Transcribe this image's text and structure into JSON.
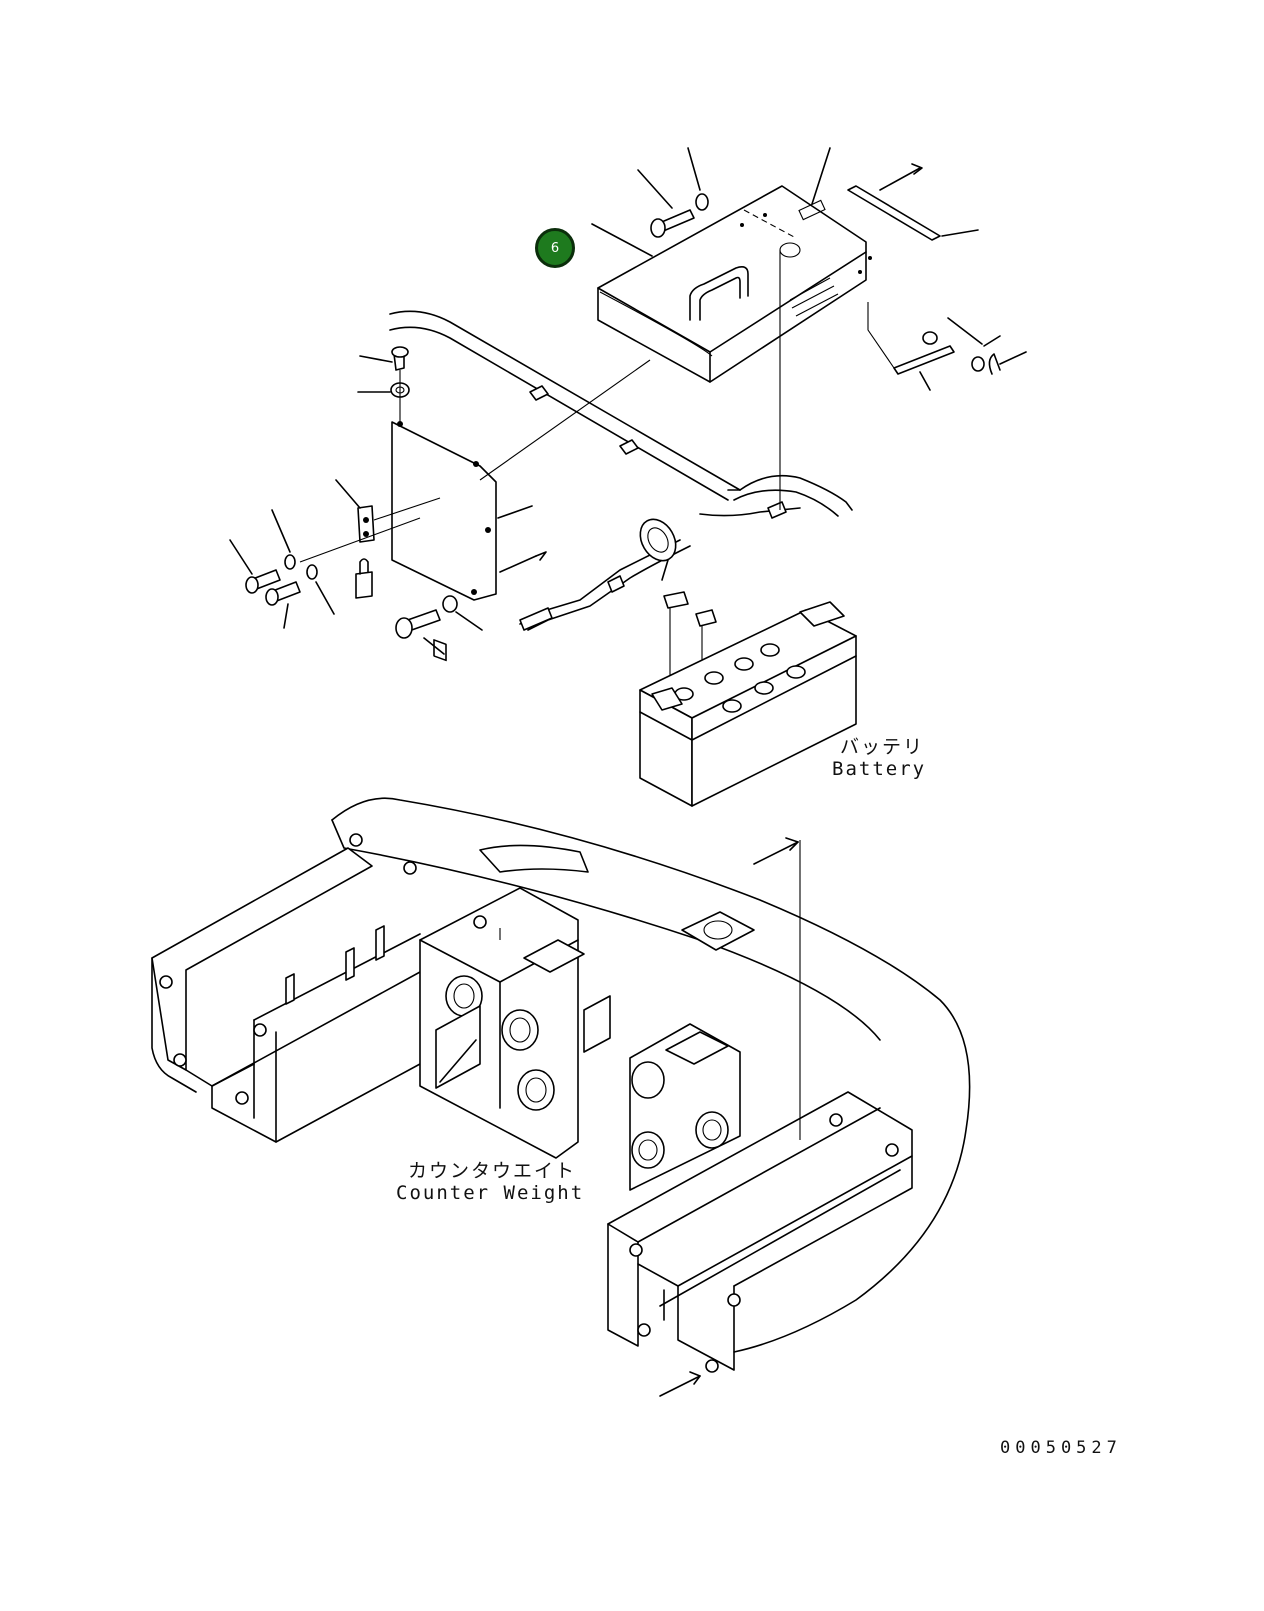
{
  "labels": {
    "battery_jp": "バッテリ",
    "battery_en": "Battery",
    "counterweight_jp": "カウンタウエイト",
    "counterweight_en": "Counter Weight",
    "drawing_number": "00050527"
  },
  "callouts": [
    {
      "number": "6",
      "color": "#1e7a1e"
    }
  ]
}
